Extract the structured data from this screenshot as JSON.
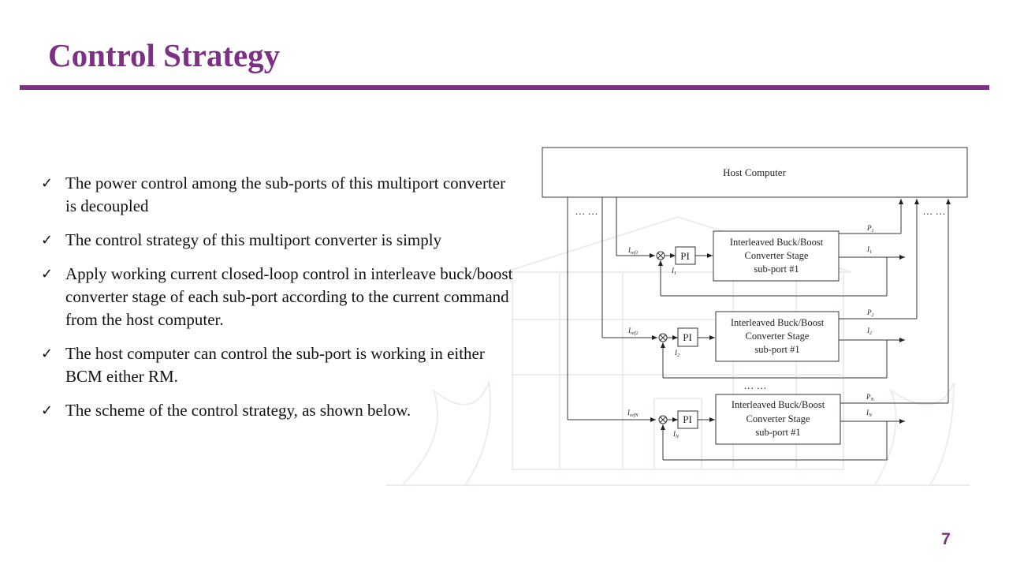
{
  "slide": {
    "title": "Control Strategy",
    "page_number": "7",
    "accent_color": "#7c3184"
  },
  "bullets": [
    "The power control among the sub-ports of this multiport converter is decoupled",
    "The control strategy of this multiport converter is simply",
    "Apply working current closed-loop control in interleave buck/boost converter stage of each sub-port according to the current command from the host computer.",
    "The host computer can control the sub-port is working in either BCM either RM.",
    "The scheme of the control strategy, as shown below."
  ],
  "bullet_icon": "checkmark-icon",
  "diagram": {
    "host_label": "Host Computer",
    "ellipsis": "… …",
    "subports": [
      {
        "box_line1": "Interleaved Buck/Boost",
        "box_line2": "Converter Stage",
        "box_line3": "sub-port #1",
        "controller": "PI",
        "ref_label": "I",
        "ref_sub": "ref1",
        "fb_label": "I",
        "fb_sub": "1",
        "p_label": "P",
        "p_sub": "1",
        "i_label": "I",
        "i_sub": "1"
      },
      {
        "box_line1": "Interleaved Buck/Boost",
        "box_line2": "Converter Stage",
        "box_line3": "sub-port #1",
        "controller": "PI",
        "ref_label": "I",
        "ref_sub": "ref2",
        "fb_label": "I",
        "fb_sub": "2",
        "p_label": "P",
        "p_sub": "2",
        "i_label": "I",
        "i_sub": "2"
      },
      {
        "box_line1": "Interleaved Buck/Boost",
        "box_line2": "Converter Stage",
        "box_line3": "sub-port #1",
        "controller": "PI",
        "ref_label": "I",
        "ref_sub": "refN",
        "fb_label": "I",
        "fb_sub": "N",
        "p_label": "P",
        "p_sub": "N",
        "i_label": "I",
        "i_sub": "N"
      }
    ]
  }
}
